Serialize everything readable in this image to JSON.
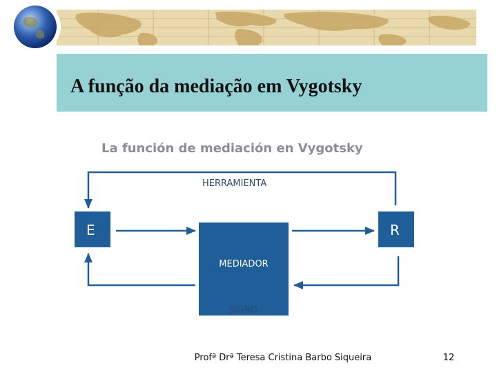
{
  "slide": {
    "title": "A função da mediação em Vygotsky",
    "footer_author": "Profª Drª Teresa Cristina Barbo Siqueira",
    "page_number": "12"
  },
  "decor": {
    "globe_icon": "globe-icon",
    "map_icon": "world-map-band",
    "title_bar_color": "#96d2d4",
    "box_color": "#1f5e99",
    "line_color": "#1f5e99"
  },
  "diagram": {
    "title": "La función de mediación en Vygotsky",
    "label_top": "HERRAMIENTA",
    "label_bottom": "SIGNO",
    "box_left": "E",
    "box_right": "R",
    "box_center": "MEDIADOR"
  }
}
